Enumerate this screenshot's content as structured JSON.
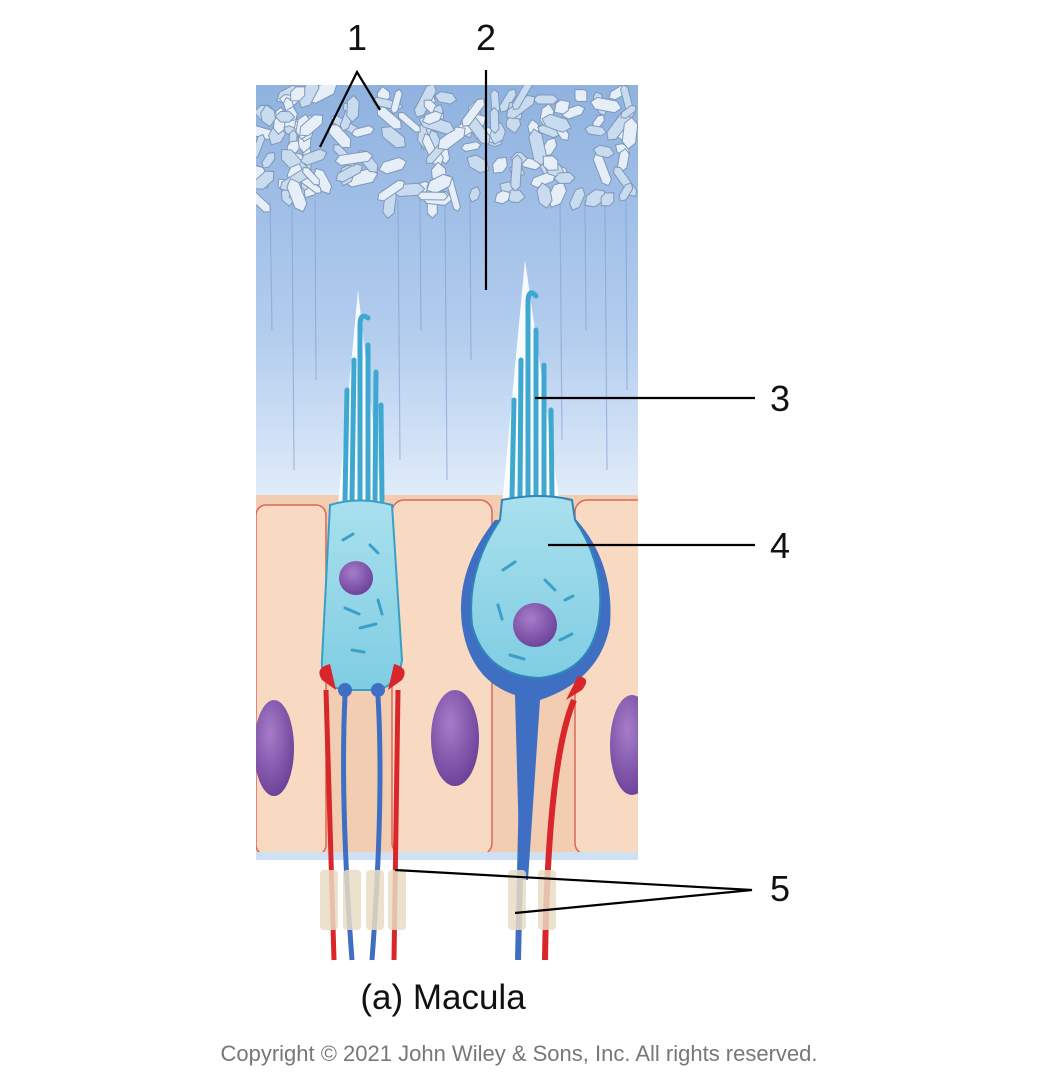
{
  "diagram": {
    "labels": [
      "1",
      "2",
      "3",
      "4",
      "5"
    ],
    "caption": "(a) Macula",
    "copyright": "Copyright © 2021 John Wiley & Sons, Inc. All rights reserved."
  },
  "colors": {
    "gel": "#a9c6ea",
    "crystals": "#d7e6f4",
    "support_cell": "#f6d2b8",
    "hair_cell": "#8fd6e6",
    "nucleus": "#7a4fa6",
    "sensory_neuron": "#3f6fc2",
    "motor_neuron": "#d9262b",
    "leader": "#000000"
  }
}
